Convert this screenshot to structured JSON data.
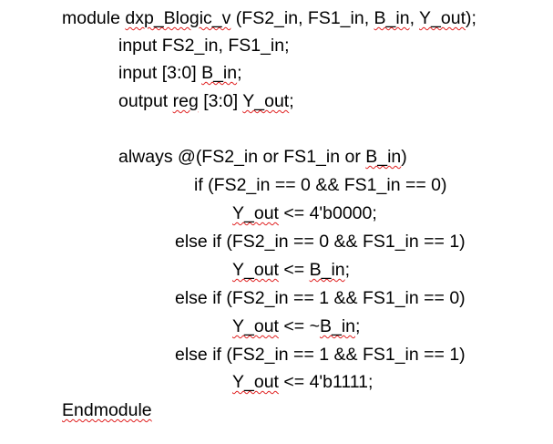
{
  "code": {
    "module_decl": {
      "kw": "module ",
      "name": "dxp_Blogic_v",
      "open": " (FS2_in, FS1_in, ",
      "p1": "B_in",
      "sep": ", ",
      "p2": "Y_out",
      "close": ");"
    },
    "input_fs": "input FS2_in, FS1_in;",
    "input_b": {
      "pre": "input [3:0] ",
      "name": "B_in",
      "post": ";"
    },
    "output_y": {
      "pre": "output ",
      "kw": "reg",
      "mid": " [3:0] ",
      "name": "Y_out",
      "post": ";"
    },
    "always": {
      "pre": "always @(FS2_in or FS1_in or ",
      "name": "B_in",
      "post": ")"
    },
    "if1": "if (FS2_in == 0 && FS1_in == 0)",
    "assign1": {
      "name": "Y_out",
      "post": " <= 4'b0000;"
    },
    "elseif1": "else if (FS2_in == 0 && FS1_in == 1)",
    "assign2": {
      "name": "Y_out",
      "mid": " <= ",
      "val": "B_in",
      "post": ";"
    },
    "elseif2": "else if (FS2_in == 1 && FS1_in == 0)",
    "assign3": {
      "name": "Y_out",
      "mid": " <= ~",
      "val": "B_in",
      "post": ";"
    },
    "elseif3": "else if (FS2_in == 1 && FS1_in == 1)",
    "assign4": {
      "name": "Y_out",
      "post": " <= 4'b1111;"
    },
    "endmodule": "Endmodule"
  }
}
